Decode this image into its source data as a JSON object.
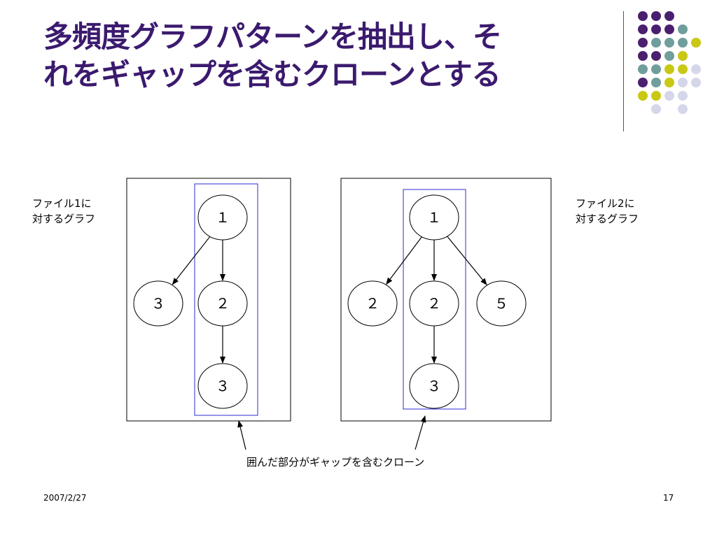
{
  "slide": {
    "title_lines": [
      "多頻度グラフパターンを抽出し、そ",
      "れをギャップを含むクローンとする"
    ],
    "date": "2007/2/27",
    "page_number": "17"
  },
  "colors": {
    "title": "#3b1a6e",
    "clone_box": "#2b2bd6",
    "decor_purple": "#4b1f6f",
    "decor_teal": "#6f9e9c",
    "decor_yellow": "#c9c815",
    "decor_lavender": "#d6d6ea"
  },
  "decor_grid": [
    [
      "purple",
      "purple",
      "purple",
      "",
      ""
    ],
    [
      "purple",
      "purple",
      "purple",
      "teal",
      ""
    ],
    [
      "purple",
      "teal",
      "teal",
      "teal",
      "yellow"
    ],
    [
      "purple",
      "purple",
      "teal",
      "yellow",
      ""
    ],
    [
      "teal",
      "teal",
      "yellow",
      "yellow",
      "lavender"
    ],
    [
      "purple",
      "teal",
      "yellow",
      "lavender",
      "lavender"
    ],
    [
      "yellow",
      "yellow",
      "lavender",
      "lavender",
      ""
    ],
    [
      "",
      "lavender",
      "",
      "lavender",
      ""
    ]
  ],
  "labels": {
    "file1": [
      "ファイル1に",
      "対するグラフ"
    ],
    "file2": [
      "ファイル2に",
      "対するグラフ"
    ],
    "caption": "囲んだ部分がギャップを含むクローン"
  },
  "graphs": [
    {
      "name": "file1",
      "nodes": [
        {
          "id": "g1-top",
          "label": "１"
        },
        {
          "id": "g1-left",
          "label": "３"
        },
        {
          "id": "g1-mid",
          "label": "２"
        },
        {
          "id": "g1-bottom",
          "label": "３"
        }
      ],
      "edges": [
        [
          "g1-top",
          "g1-left"
        ],
        [
          "g1-top",
          "g1-mid"
        ],
        [
          "g1-mid",
          "g1-bottom"
        ]
      ]
    },
    {
      "name": "file2",
      "nodes": [
        {
          "id": "g2-top",
          "label": "１"
        },
        {
          "id": "g2-left",
          "label": "２"
        },
        {
          "id": "g2-mid",
          "label": "２"
        },
        {
          "id": "g2-right",
          "label": "５"
        },
        {
          "id": "g2-bottom",
          "label": "３"
        }
      ],
      "edges": [
        [
          "g2-top",
          "g2-left"
        ],
        [
          "g2-top",
          "g2-mid"
        ],
        [
          "g2-top",
          "g2-right"
        ],
        [
          "g2-mid",
          "g2-bottom"
        ]
      ]
    }
  ]
}
